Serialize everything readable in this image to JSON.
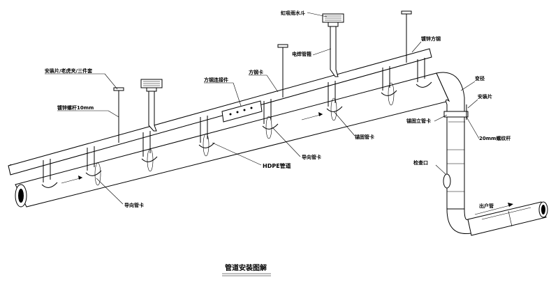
{
  "diagram": {
    "caption": "管道安装图解",
    "labels": {
      "rainwater_hopper": "虹吸雨水斗",
      "welded_pipe": "电焊管箍",
      "steel_square": "镀锌方钢",
      "anchor_clip": "安装片/老虎夹/三件套",
      "hanger_rod": "镀锌螺杆10mm",
      "square_steel_connector": "方钢连接件",
      "square_clip": "方钢卡",
      "fixed_clip_mid": "锚固管卡",
      "guide_clip_mid": "导向管卡",
      "hdpe_pipe": "HDPE管道",
      "guide_clip_left": "导向管卡",
      "reducer": "变径",
      "mounting_plate": "安装片",
      "fixed_riser_clip": "锚固立管卡",
      "threaded_rod_20": "20mm螺纹杆",
      "cleanout": "检查口",
      "outlet_pipe": "出户管"
    }
  }
}
